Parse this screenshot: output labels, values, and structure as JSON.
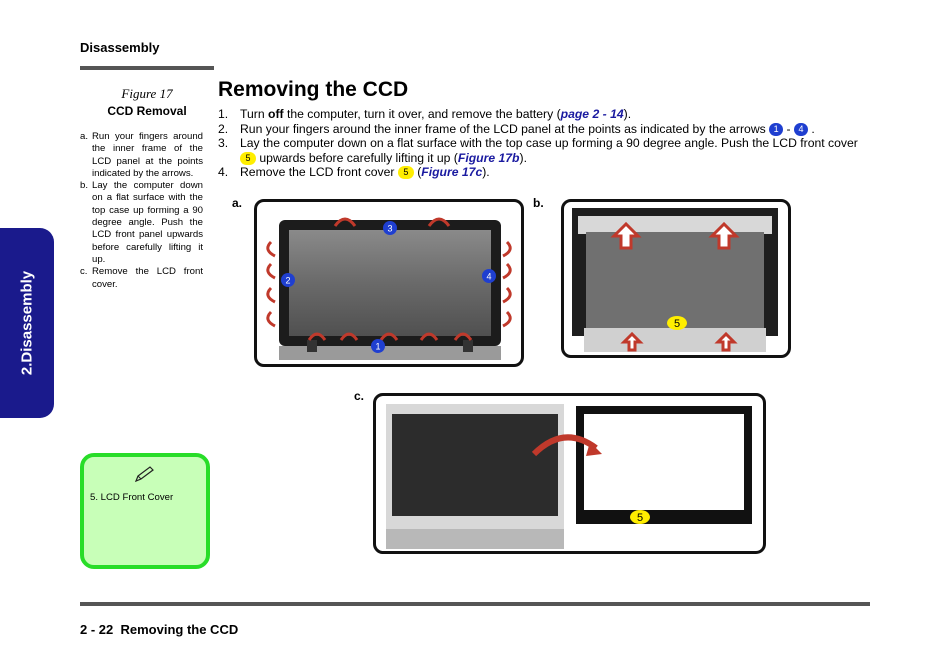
{
  "header": {
    "section_title": "Disassembly"
  },
  "side_tab": {
    "label": "2.Disassembly",
    "color": "#1a1a8c"
  },
  "figure": {
    "number": "Figure 17",
    "name": "CCD Removal",
    "captions": [
      {
        "letter": "a.",
        "text": "Run your fingers around the inner frame of the LCD panel at the points indicated by the arrows."
      },
      {
        "letter": "b.",
        "text": "Lay the computer down on a flat surface with the top case up forming a 90 degree angle. Push the LCD front panel upwards before carefully lifting it up."
      },
      {
        "letter": "c.",
        "text": "Remove the LCD front cover."
      }
    ]
  },
  "note": {
    "icon": "pencil-icon",
    "text": "5. LCD Front Cover",
    "bg_color": "#c8ffb8",
    "border_color": "#28dd28"
  },
  "main": {
    "title": "Removing the CCD",
    "steps": [
      {
        "num": "1.",
        "t1": "Turn ",
        "bold": "off",
        "t2": " the computer, turn it over, and remove the battery (",
        "link": "page 2 - 14",
        "t3": ")."
      },
      {
        "num": "2.",
        "t1": "Run your fingers around the inner frame of the LCD panel at the points as indicated by the arrows ",
        "b1": "1",
        "sep": " - ",
        "b2": "4",
        "t2": " ."
      },
      {
        "num": "3.",
        "t1": "Lay the computer down on a flat surface with the top case up forming a 90 degree angle.  Push the LCD front cover ",
        "b1": "5",
        "t2": " upwards before carefully lifting it up (",
        "link": "Figure 17b",
        "t3": ")."
      },
      {
        "num": "4.",
        "t1": "Remove the LCD front cover ",
        "b1": "5",
        "t2": " (",
        "link": "Figure 17c",
        "t3": ")."
      }
    ]
  },
  "panels": {
    "a": {
      "label": "a.",
      "callouts": [
        "1",
        "2",
        "3",
        "4"
      ]
    },
    "b": {
      "label": "b.",
      "callout": "5"
    },
    "c": {
      "label": "c.",
      "callout": "5"
    }
  },
  "footer": {
    "page": "2  -  22",
    "title": "Removing the CCD"
  },
  "colors": {
    "link": "#1a1aa0",
    "callout_blue": "#1f3fd0",
    "callout_yellow": "#ffee00",
    "arrow_red": "#c0392b"
  }
}
